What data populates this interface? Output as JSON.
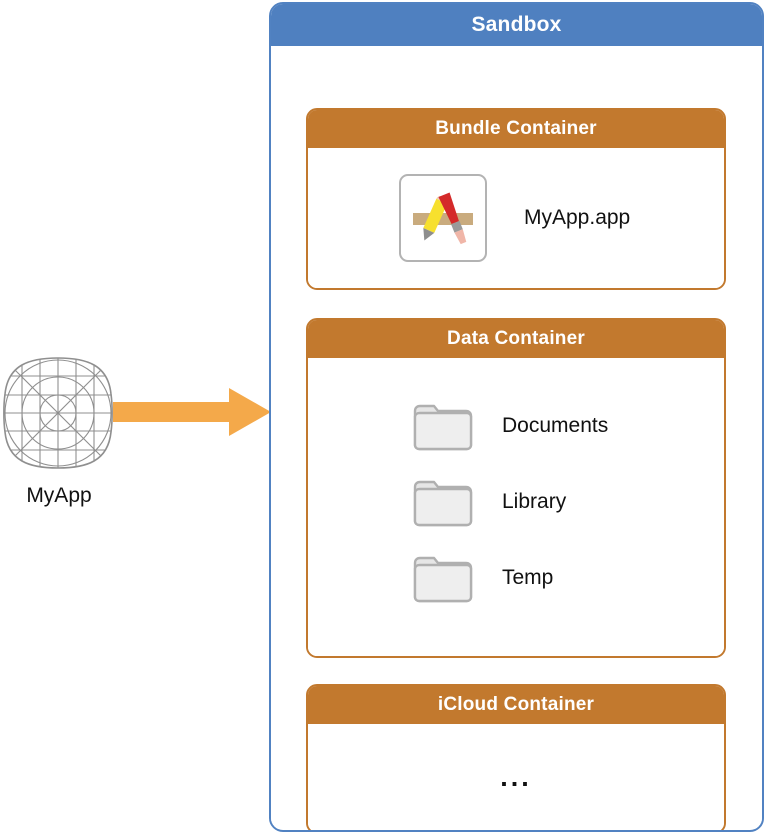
{
  "diagram": {
    "source": {
      "icon_name": "app-template-grid-icon",
      "label": "MyApp"
    },
    "arrow": {
      "icon_name": "right-arrow-icon",
      "color": "#f4a94a"
    },
    "sandbox": {
      "title": "Sandbox",
      "header_color": "#4f80c0",
      "border_color": "#5182c2",
      "containers": [
        {
          "title": "Bundle Container",
          "header_color": "#c2792e",
          "items": [
            {
              "icon_name": "xcode-app-icon",
              "label": "MyApp.app"
            }
          ]
        },
        {
          "title": "Data Container",
          "header_color": "#c2792e",
          "items": [
            {
              "icon_name": "folder-icon",
              "label": "Documents"
            },
            {
              "icon_name": "folder-icon",
              "label": "Library"
            },
            {
              "icon_name": "folder-icon",
              "label": "Temp"
            }
          ]
        },
        {
          "title": "iCloud Container",
          "header_color": "#c2792e",
          "items": [
            {
              "icon_name": "ellipsis-icon",
              "label": "..."
            }
          ]
        }
      ]
    }
  }
}
